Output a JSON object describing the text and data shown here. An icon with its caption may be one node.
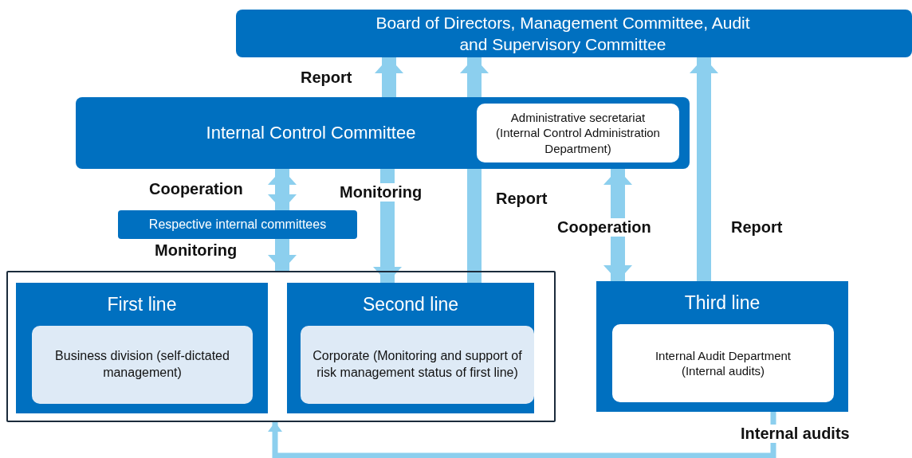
{
  "diagram": {
    "nodes": [
      {
        "text": [
          "Board of Directors, Management Committee, Audit and Supervisory Committee"
        ]
      },
      {
        "text": [
          "Internal Control Committee"
        ]
      },
      {
        "text": [
          "Administrative secretariat (Internal Control Administration Department)"
        ],
        "in": 1
      },
      {
        "text": [
          "Respective internal committees"
        ]
      },
      {
        "text": [],
        "shape": "box"
      },
      {
        "text": [
          "First line"
        ],
        "in": 4
      },
      {
        "text": [
          "Business division (self-dictated management)"
        ],
        "in": 5
      },
      {
        "text": [
          "Second line"
        ],
        "in": 4
      },
      {
        "text": [
          "Corporate (Monitoring and support of risk management status of first line)"
        ],
        "in": 7
      },
      {
        "text": [
          "Third line"
        ]
      },
      {
        "text": [
          "Internal Audit Department (Internal audits)"
        ],
        "in": 9
      }
    ],
    "edges": [
      {
        "from": 1,
        "to": 0,
        "arrow": "to",
        "label": "Report"
      },
      {
        "from": 1,
        "to": 3,
        "arrow": "both",
        "label": "Cooperation"
      },
      {
        "from": 1,
        "to": 7,
        "arrow": "to",
        "label": "Monitoring"
      },
      {
        "from": 3,
        "to": 4,
        "arrow": "to",
        "label": "Monitoring"
      },
      {
        "from": 7,
        "to": 0,
        "arrow": "to",
        "label": "Report"
      },
      {
        "from": 1,
        "to": 9,
        "arrow": "both",
        "label": "Cooperation"
      },
      {
        "from": 9,
        "to": 0,
        "arrow": "to",
        "label": "Report"
      },
      {
        "from": 9,
        "to": 4,
        "arrow": "to",
        "label": "Internal audits"
      }
    ]
  }
}
